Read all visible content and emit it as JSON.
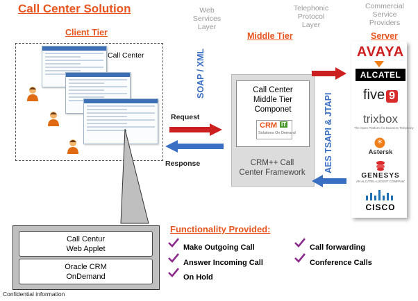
{
  "title": "Call Center Solution",
  "tiers": {
    "client": "Client Tier",
    "middle": "Middle Tier",
    "server": "Server"
  },
  "layers": {
    "web_services": [
      "Web",
      "Services",
      "Layer"
    ],
    "telephonic": [
      "Telephonic",
      "Protocol",
      "Layer"
    ],
    "commercial": [
      "Commercial",
      "Service",
      "Providers"
    ]
  },
  "client_label": "Call Center",
  "soap_label": "SOAP / XML",
  "tsapi_label": "AES TSAPI & JTAPI",
  "middle": {
    "component_lines": [
      "Call Center",
      "Middle Tier",
      "Componet"
    ],
    "logo_text": "CRM",
    "logo_mark": "IT",
    "logo_tagline": "Solutions On Demand",
    "framework_lines": [
      "CRM++ Call",
      "Center Framework"
    ]
  },
  "request_label": "Request",
  "response_label": "Response",
  "vendors": {
    "avaya": "AVAYA",
    "alcatel": "ALCATEL",
    "five9_text": "five",
    "five9_num": "9",
    "trixbox": "trixbox",
    "trixbox_tag": "The Open Platform for Business Telephony",
    "asterisk": "Astersk",
    "genesys": "GENESYS",
    "genesys_tag": "AN ALCATEL-LUCENT COMPANY",
    "cisco": "CISCO"
  },
  "functionality": {
    "title": "Functionality Provided:",
    "col1": [
      "Make Outgoing Call",
      "Answer Incoming Call",
      "On Hold"
    ],
    "col2": [
      "Call forwarding",
      "Conference Calls"
    ]
  },
  "panel": {
    "box1": [
      "Call Centur",
      "Web Applet"
    ],
    "box2": [
      "Oracle CRM",
      "OnDemand"
    ]
  },
  "footer": "Confidential information",
  "colors": {
    "accent": "#e8541e",
    "blue": "#3a6fc4",
    "arrow_red": "#cc1f1f",
    "arrow_blue": "#3a6fc4",
    "check": "#8a2a8a"
  }
}
